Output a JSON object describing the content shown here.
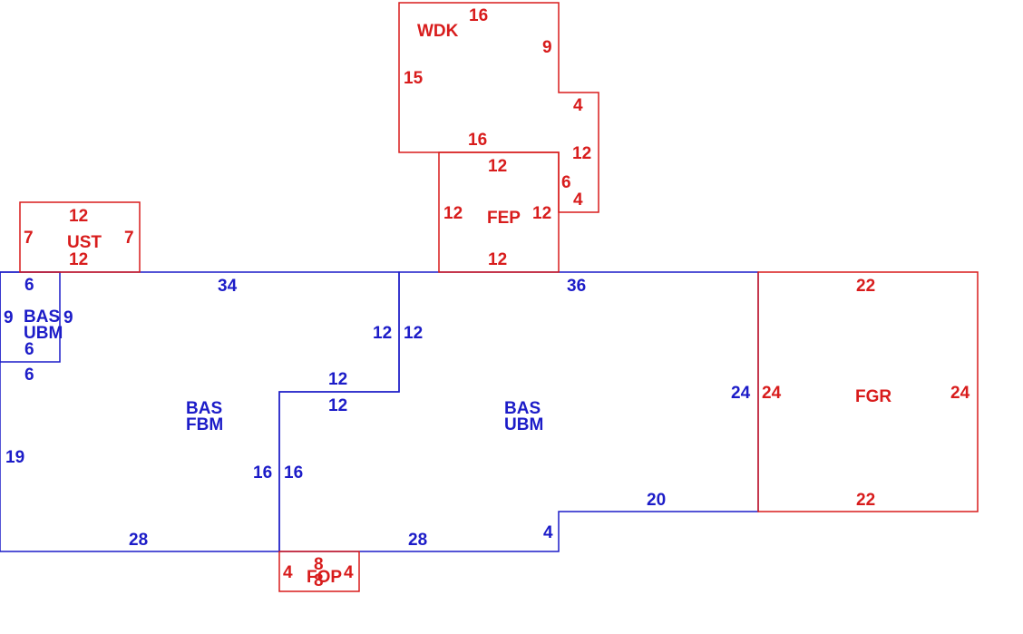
{
  "colors": {
    "blue": "#1c1cc8",
    "red": "#d81c1c"
  },
  "areas": {
    "bas_ubm_small": {
      "code": "BAS",
      "sub": "UBM",
      "dims": {
        "top": "6",
        "left": "9",
        "right": "9",
        "bottom": "6"
      }
    },
    "bas_fbm": {
      "code": "BAS",
      "sub": "FBM",
      "dims": {
        "top": "34",
        "left": "19",
        "right": "16",
        "bottom": "28",
        "step_v": "12",
        "step_h": "12",
        "below_small": "6"
      }
    },
    "bas_ubm": {
      "code": "BAS",
      "sub": "UBM",
      "dims": {
        "top": "36",
        "left_v": "12",
        "left_h": "12",
        "left": "16",
        "bottom": "28",
        "notch": "4",
        "bottom_right": "20",
        "right": "24"
      }
    },
    "ust": {
      "code": "UST",
      "dims": {
        "top": "12",
        "bottom": "12",
        "left": "7",
        "right": "7"
      }
    },
    "wdk": {
      "code": "WDK",
      "dims": {
        "top": "16",
        "left": "15",
        "right_upper": "9",
        "step": "4",
        "bottom": "16",
        "right_lower": "12",
        "step_lower": "6",
        "step_lower_h": "4"
      }
    },
    "fep": {
      "code": "FEP",
      "dims": {
        "top": "12",
        "bottom": "12",
        "left": "12",
        "right": "12"
      }
    },
    "fgr": {
      "code": "FGR",
      "dims": {
        "top": "22",
        "bottom": "22",
        "left": "24",
        "right": "24"
      }
    },
    "fop": {
      "code": "FOP",
      "dims": {
        "top": "8",
        "bottom": "8",
        "left": "4",
        "right": "4"
      }
    }
  }
}
